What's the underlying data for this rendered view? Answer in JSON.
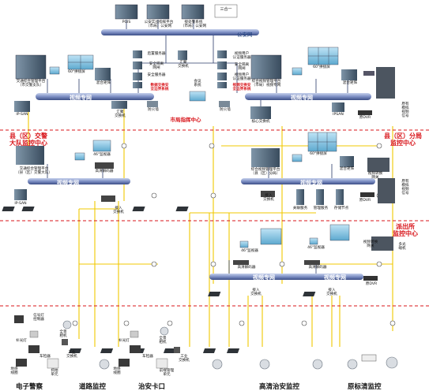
{
  "diagram": {
    "top": {
      "servers": [
        "PGIS",
        "公安实战指挥平台\n（市局）公安网",
        "接处警系统\n（市局）公安网"
      ],
      "three_in_one": "三合一",
      "police_net": "公安网"
    },
    "city_center": {
      "left_platform": "交通综合管理平台\n（市交警支队）",
      "tv_wall": "60\"拼接屏",
      "matrix": "混合矩阵",
      "ipsan": "IP-SAN",
      "gateway": "汇聚\n交换机",
      "video_net": "视频专网",
      "servers_mid": [
        "后置服务器",
        "安全隔离\n网闸",
        "安全服务器"
      ],
      "gate_switch": "汇聚\n交换机",
      "auth_servers": [
        "视频用户\n认证服务器",
        "安全隔离\n网闸",
        "视频用户\n认证服务器"
      ],
      "red_left": "数据交换安\n全边界系统",
      "red_right": "视频交换安\n全边界系统",
      "firewall_left": "防火墙",
      "firewall_right": "防火墙",
      "meeting": "会议\n系统",
      "right_platform": "综合视频管理平台\n（市局）视频专网",
      "matrix_right": "混合矩阵",
      "core_switch": "核心交换机",
      "ipsan_right": "IPSAN",
      "dvr": "原DVR",
      "encoder": "原有\n模拟\n视频\n信号",
      "center_label": "市局指挥中心"
    },
    "zones": {
      "county_traffic": "县（区）交警\n大队监控中心",
      "county_bureau": "县（区）分局\n监控中心",
      "station": "派出所\n监控中心"
    },
    "county": {
      "left_platform": "交通综合管理平台\n（县（区）交警大队）",
      "monitor": "46\"监视器",
      "decoder": "高清解码器",
      "video_net": "视频专网",
      "ipsan": "IP-SAN",
      "right_platform": "综合视频管理平台\n（县（区）分局）",
      "tv_wall": "60\"拼接屏",
      "matrix": "混合矩阵",
      "video_switch": "视频转换\n网关",
      "storage": [
        "关联服务",
        "管理服务",
        "存储节点"
      ],
      "dvr": "原DVR",
      "encoder": "原有\n模拟\n视频\n信号",
      "access_switch": "接入\n交换机"
    },
    "station": {
      "monitor": "46\"监视器",
      "decoder": "高清解码器",
      "video_net": "视频专网",
      "access_switch": "接入\n交换机",
      "tv_wall_right": "46\"监视器",
      "decoder_right": "高清解码器",
      "gateway": "视频转换\n网关",
      "dvr": "原DVR",
      "encoder": "多光\n端机"
    },
    "bottom_labels": [
      "电子警察",
      "道路监控",
      "治安卡口",
      "高清治安监控",
      "原标清监控"
    ],
    "field": {
      "left": [
        "信号灯\n控制器",
        "补光灯",
        "车检器",
        "地感\n线圈",
        "全景\n相机",
        "工业\n交换机",
        "抓拍\n单元"
      ],
      "mid": [
        "补光灯",
        "车检器",
        "地感\n线圈",
        "全景\n相机",
        "工业\n交换机",
        "前端管理\n单元"
      ]
    }
  },
  "colors": {
    "red": "#d8141a",
    "pipe": "#5a6fa5",
    "link": "#f0c800"
  }
}
